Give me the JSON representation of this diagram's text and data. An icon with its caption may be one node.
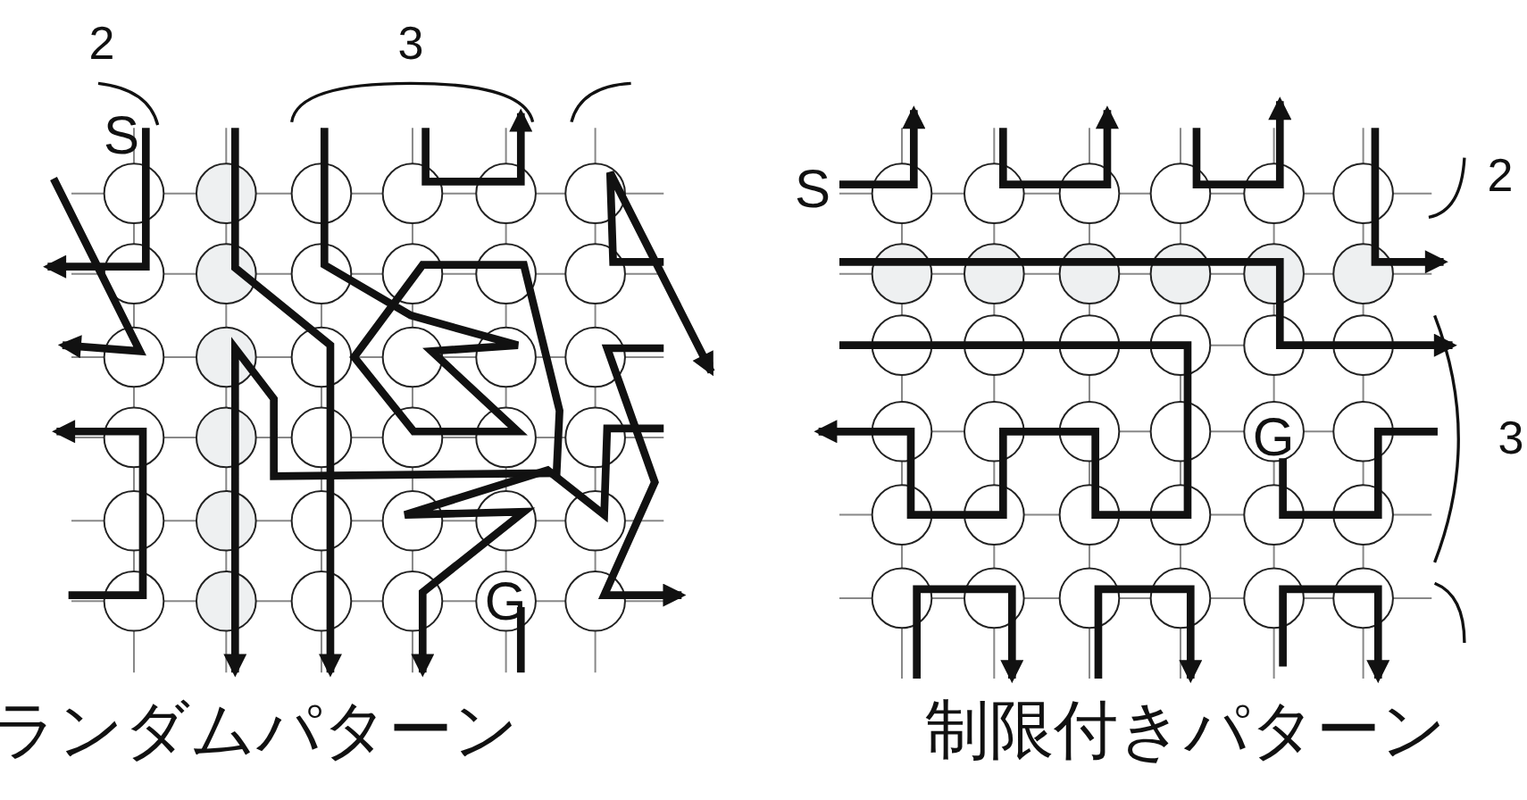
{
  "diagram": {
    "labels": [
      "2",
      "3",
      "S",
      "S",
      "2",
      "3",
      "G",
      "G",
      "ランダムパターン",
      "制限付きパターン"
    ]
  }
}
